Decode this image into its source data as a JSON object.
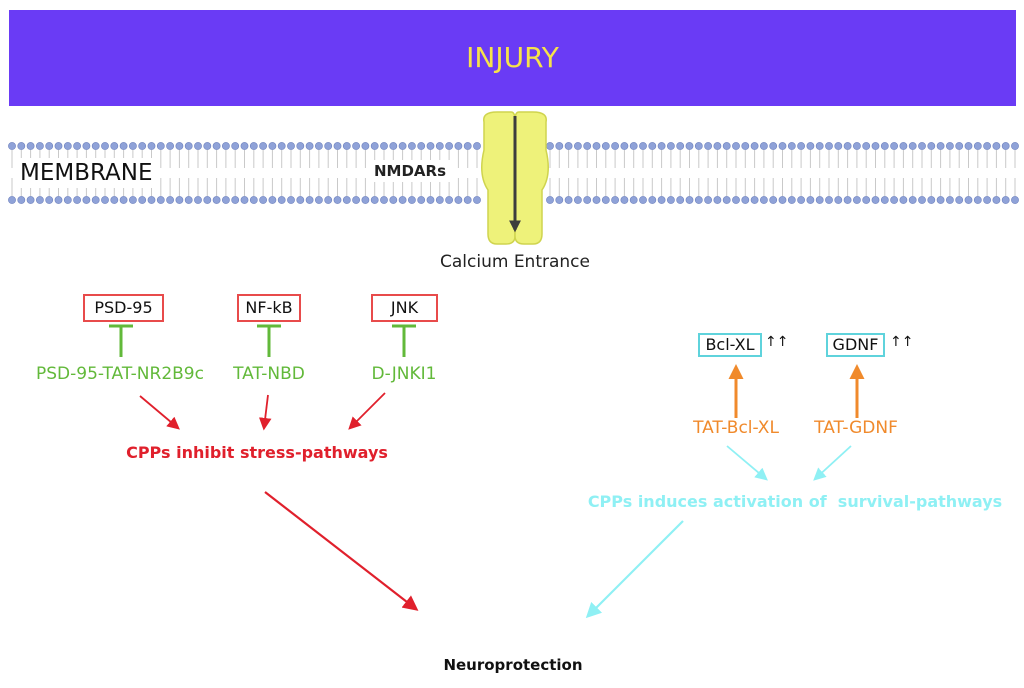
{
  "banner": {
    "label": "INJURY"
  },
  "membrane": {
    "label": "MEMBRANE",
    "channel_label": "NMDARs",
    "calcium_label": "Calcium Entrance"
  },
  "stress": {
    "targets": [
      "PSD-95",
      "NF-kB",
      "JNK"
    ],
    "inhibitors": [
      "PSD-95-TAT-NR2B9c",
      "TAT-NBD",
      "D-JNKI1"
    ],
    "summary": "CPPs inhibit stress-pathways"
  },
  "survival": {
    "targets": [
      "Bcl-XL",
      "GDNF"
    ],
    "up_marker": "↑↑",
    "activators": [
      "TAT-Bcl-XL",
      "TAT-GDNF"
    ],
    "summary": "CPPs induces activation of  survival-pathways"
  },
  "outcome": {
    "label": "Neuroprotection"
  },
  "colors": {
    "banner": "#6a3bf5",
    "banner_text": "#f6e24a",
    "stress_red": "#e0202c",
    "inhibitor_green": "#62b93a",
    "survival_cyan": "#8ff0f4",
    "activator_orange": "#f08a2c",
    "channel_yellow": "#eef27a",
    "lipid_blue": "#8fa2d8"
  }
}
